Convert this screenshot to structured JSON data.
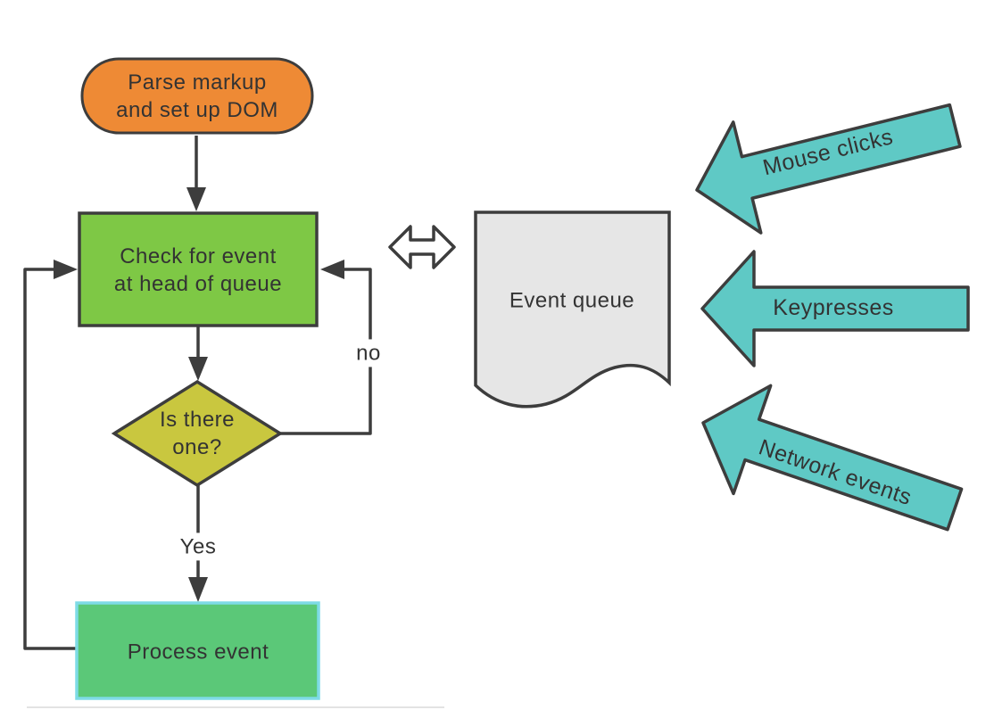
{
  "diagram": {
    "nodes": {
      "parse_markup": {
        "label": "Parse markup\nand set up DOM"
      },
      "check_event": {
        "label": "Check for event\nat head of queue"
      },
      "is_there_one": {
        "label": "Is there\none?"
      },
      "process_event": {
        "label": "Process event"
      },
      "event_queue": {
        "label": "Event queue"
      }
    },
    "edge_labels": {
      "yes": "Yes",
      "no": "no"
    },
    "input_arrows": [
      {
        "label": "Mouse clicks"
      },
      {
        "label": "Keypresses"
      },
      {
        "label": "Network events"
      }
    ],
    "colors": {
      "parse_fill": "#EE8A35",
      "check_fill": "#7EC845",
      "decision_fill": "#C9C73F",
      "process_fill": "#5BC878",
      "process_border": "#7EDBE6",
      "queue_fill": "#E6E6E6",
      "input_arrow_fill": "#5FC9C5",
      "stroke": "#3D3D3D",
      "text": "#333333"
    }
  }
}
